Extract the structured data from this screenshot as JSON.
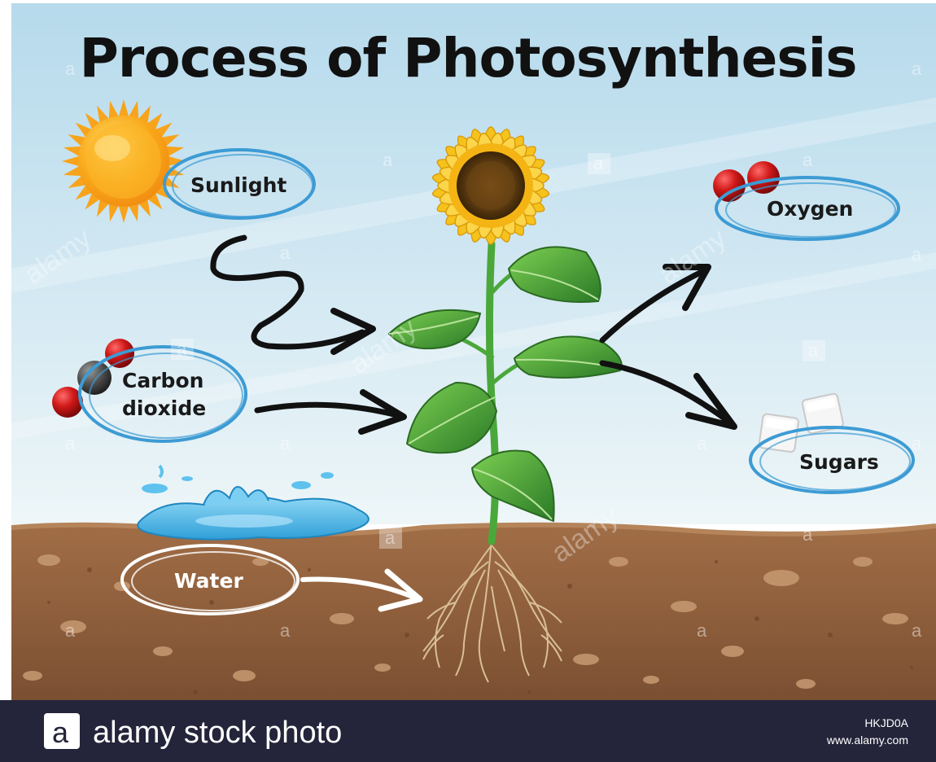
{
  "title": "Process of Photosynthesis",
  "labels": {
    "sunlight": "Sunlight",
    "oxygen": "Oxygen",
    "carbon_dioxide_line1": "Carbon",
    "carbon_dioxide_line2": "dioxide",
    "sugars": "Sugars",
    "water": "Water"
  },
  "watermark": {
    "letter": "a",
    "word": "alamy"
  },
  "footer": {
    "logo_letter": "a",
    "brand": "alamy stock photo",
    "image_code": "HKJD0A",
    "url": "www.alamy.com"
  },
  "colors": {
    "sky_top": "#b9dcec",
    "sky_bottom": "#e6f2f7",
    "soil": "#9a6a45",
    "label_ring": "#3d9bd4",
    "footer_bg": "#24243a",
    "leaf": "#3c9a32",
    "petal": "#f6c21c"
  }
}
